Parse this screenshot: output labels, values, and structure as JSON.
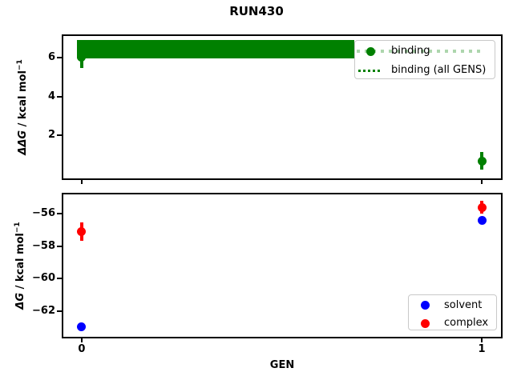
{
  "title": "RUN430",
  "labels": {
    "top_prefix": "ΔΔ",
    "bottom_prefix": "Δ",
    "g": "G",
    "units": " / kcal mol",
    "sup": "−1"
  },
  "colors": {
    "binding": "#008000",
    "solvent": "#0000ff",
    "complex": "#ff0000",
    "axis": "#000000"
  },
  "chart_data": [
    {
      "type": "scatter",
      "subplot": "top",
      "ylabel": "ΔΔG / kcal mol^-1",
      "xlabel": "",
      "xlim": [
        -0.046,
        1.048
      ],
      "ylim": [
        -0.2,
        7.1
      ],
      "yticks": [
        2,
        4,
        6
      ],
      "xticks": [
        0,
        1
      ],
      "xticklabels_visible": false,
      "grid": false,
      "legend_position": "upper right",
      "series": [
        {
          "name": "binding",
          "type": "errorbar",
          "marker": "o",
          "color": "#008000",
          "points": [
            {
              "x": 0,
              "y": 6.0,
              "yerr": 0.55
            },
            {
              "x": 1,
              "y": 0.7,
              "yerr": 0.45
            }
          ]
        },
        {
          "name": "binding (all GENS)",
          "type": "hline",
          "linestyle": "dotted",
          "color": "#008000",
          "y": 6.43,
          "band_halfwidth": 0.47,
          "x_span": [
            0,
            1
          ]
        }
      ]
    },
    {
      "type": "scatter",
      "subplot": "bottom",
      "ylabel": "ΔG / kcal mol^-1",
      "xlabel": "GEN",
      "xlim": [
        -0.046,
        1.048
      ],
      "ylim": [
        -63.6,
        -54.8
      ],
      "yticks": [
        -62,
        -60,
        -58,
        -56
      ],
      "xticks": [
        0,
        1
      ],
      "xticklabels": [
        "0",
        "1"
      ],
      "xticklabels_visible": true,
      "grid": false,
      "legend_position": "lower right",
      "series": [
        {
          "name": "solvent",
          "type": "errorbar",
          "marker": "o",
          "color": "#0000ff",
          "points": [
            {
              "x": 0,
              "y": -63.0,
              "yerr": 0.1
            },
            {
              "x": 1,
              "y": -56.4,
              "yerr": 0.1
            }
          ]
        },
        {
          "name": "complex",
          "type": "errorbar",
          "marker": "o",
          "color": "#ff0000",
          "points": [
            {
              "x": 0,
              "y": -57.1,
              "yerr": 0.55
            },
            {
              "x": 1,
              "y": -55.6,
              "yerr": 0.4
            }
          ]
        }
      ]
    }
  ]
}
